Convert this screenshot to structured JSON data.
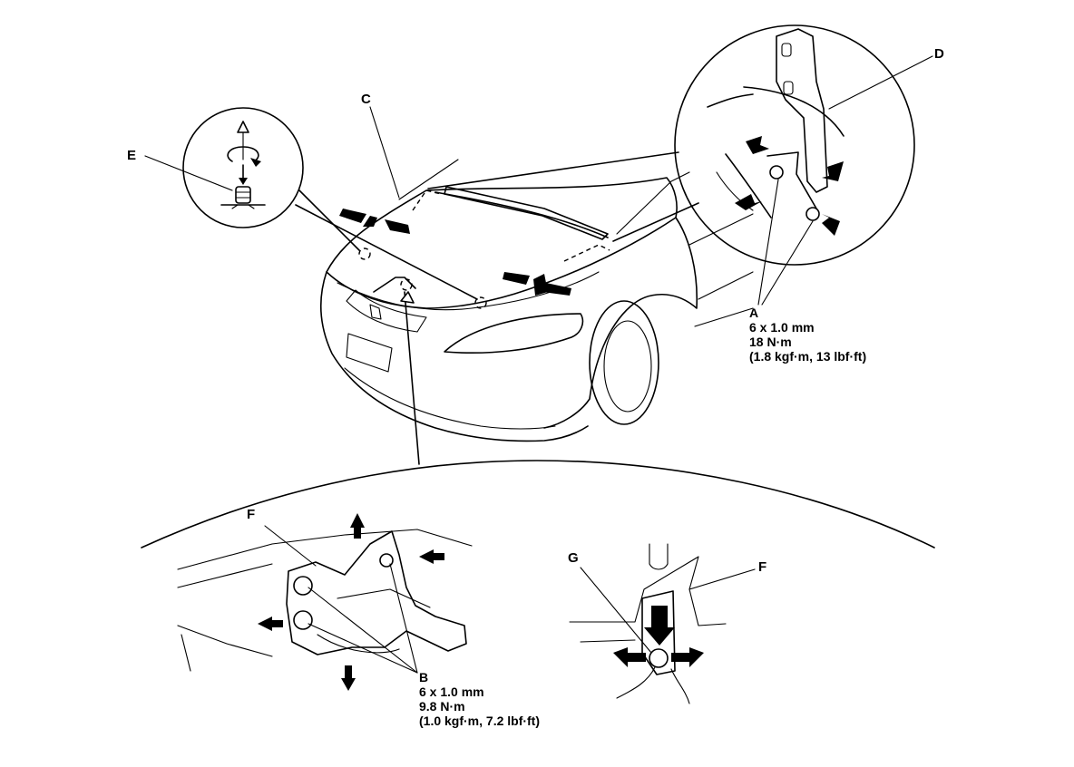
{
  "labels": {
    "A": "A",
    "B": "B",
    "C": "C",
    "D": "D",
    "E": "E",
    "F_left": "F",
    "F_right": "F",
    "G": "G"
  },
  "spec_a": {
    "size": "6 x 1.0 mm",
    "torque_nm": "18 N·m",
    "torque_alt": "(1.8 kgf·m, 13 lbf·ft)"
  },
  "spec_b": {
    "size": "6 x 1.0 mm",
    "torque_nm": "9.8 N·m",
    "torque_alt": "(1.0 kgf·m, 7.2 lbf·ft)"
  }
}
